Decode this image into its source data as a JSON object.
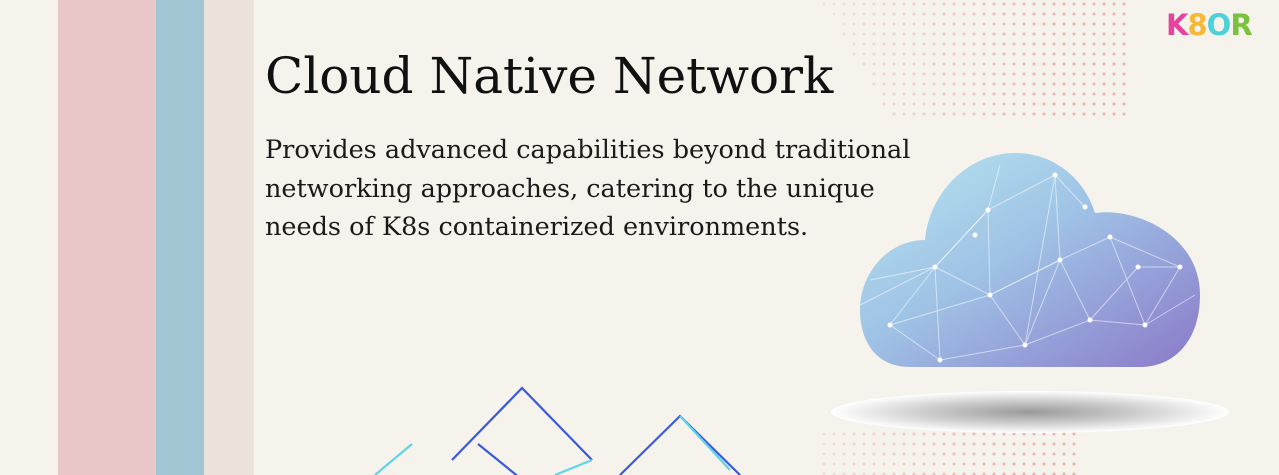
{
  "headline": "Cloud Native Network",
  "description": "Provides advanced capabilities beyond traditional networking approaches, catering to the unique needs of K8s containerized environments.",
  "logo": {
    "letters": [
      "K",
      "8",
      "O",
      "R"
    ],
    "colors": [
      "#e7439c",
      "#f4b93a",
      "#4fd1d9",
      "#79c23e"
    ]
  },
  "colors": {
    "background": "#f5f3ec",
    "stripe_pink": "#e8c7c6",
    "stripe_blue": "#a2c5d3",
    "stripe_beige": "#ebe2dc",
    "dot_color": "#e9b3ac",
    "line_blue": "#3a5bd9",
    "line_cyan": "#5fd3ea"
  },
  "illustrations": [
    "cloud-network-illustration",
    "diamond-lines-decoration",
    "dot-pattern-decoration"
  ]
}
